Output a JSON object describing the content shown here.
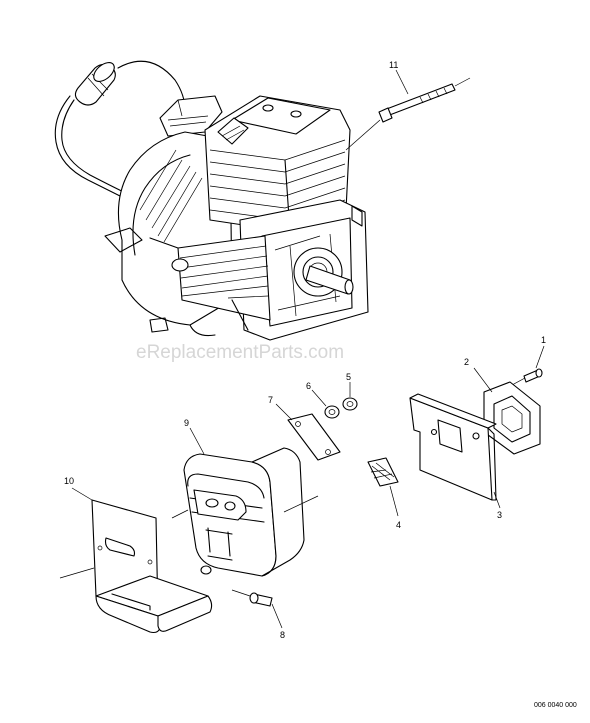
{
  "watermark": "eReplacementParts.com",
  "doc_number": "006 0040 000",
  "callouts": {
    "c1": "1",
    "c2": "2",
    "c3": "3",
    "c4": "4",
    "c5": "5",
    "c6": "6",
    "c7": "7",
    "c8": "8",
    "c9": "9",
    "c10": "10",
    "c11": "11"
  }
}
